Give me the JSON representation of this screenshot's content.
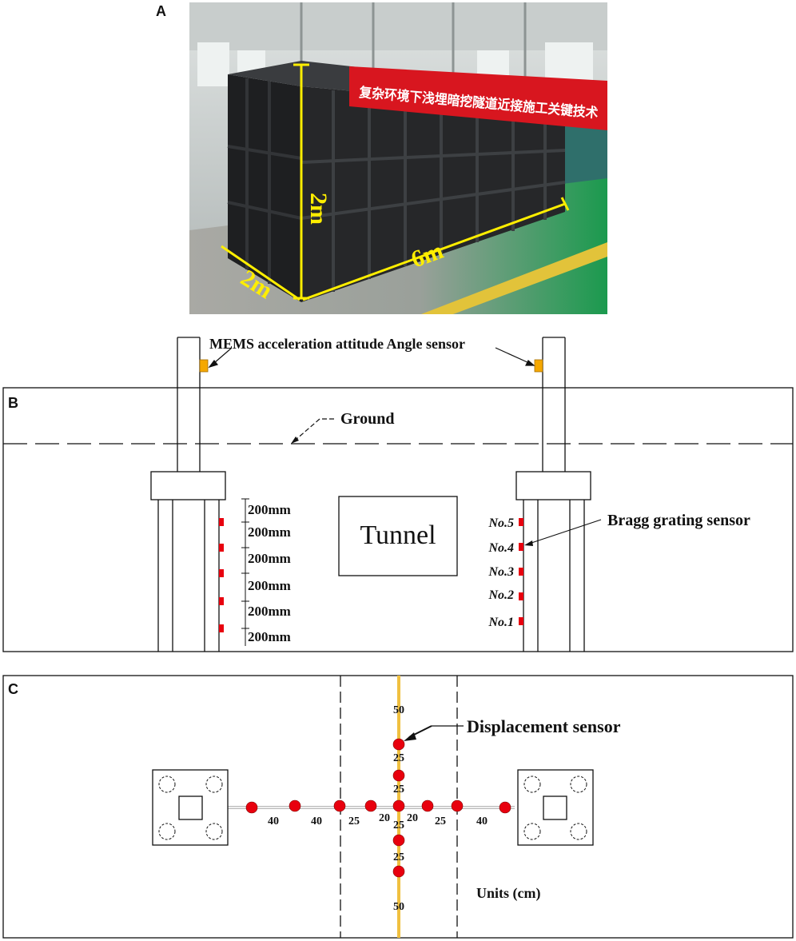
{
  "panels": {
    "a": {
      "letter": "A",
      "banner_text": "复杂环境下浅埋暗挖隧道近接施工关键技术",
      "height_label": "2m",
      "width_label": "2m",
      "length_label": "6m"
    },
    "b": {
      "letter": "B",
      "mems_label": "MEMS acceleration attitude Angle sensor",
      "ground_label": "Ground",
      "tunnel_label": "Tunnel",
      "bragg_label": "Bragg grating sensor",
      "spacings": [
        "200mm",
        "200mm",
        "200mm",
        "200mm",
        "200mm",
        "200mm"
      ],
      "sensor_numbers": [
        "No.5",
        "No.4",
        "No.3",
        "No.2",
        "No.1"
      ]
    },
    "c": {
      "letter": "C",
      "displacement_label": "Displacement sensor",
      "units_label": "Units (cm)",
      "horizontal_spacings": [
        "40",
        "40",
        "25",
        "20",
        "20",
        "25",
        "40"
      ],
      "vertical_spacings": [
        "50",
        "25",
        "25",
        "25",
        "25",
        "50"
      ]
    }
  },
  "colors": {
    "sensor_red": "#e8000e",
    "mems_orange": "#f5a800",
    "axis_yellow": "#f0c040",
    "banner_red": "#d8161f",
    "dimension_yellow": "#ffee00"
  }
}
